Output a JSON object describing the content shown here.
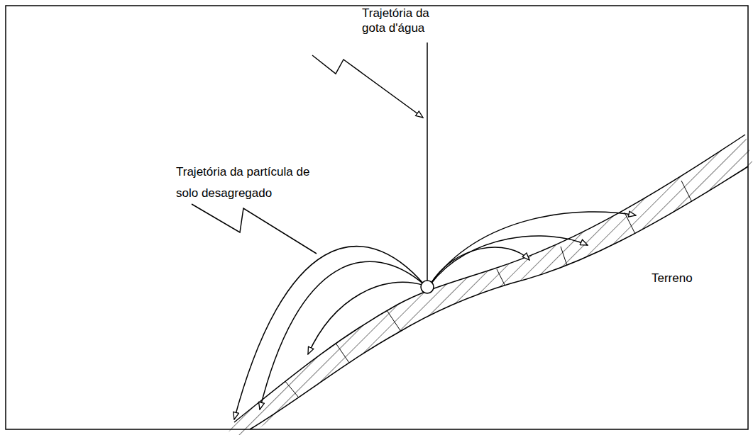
{
  "diagram": {
    "labels": [
      "Trajetória da gota d'água",
      "Trajetória da partícula de solo desagregado",
      "Terreno"
    ]
  }
}
